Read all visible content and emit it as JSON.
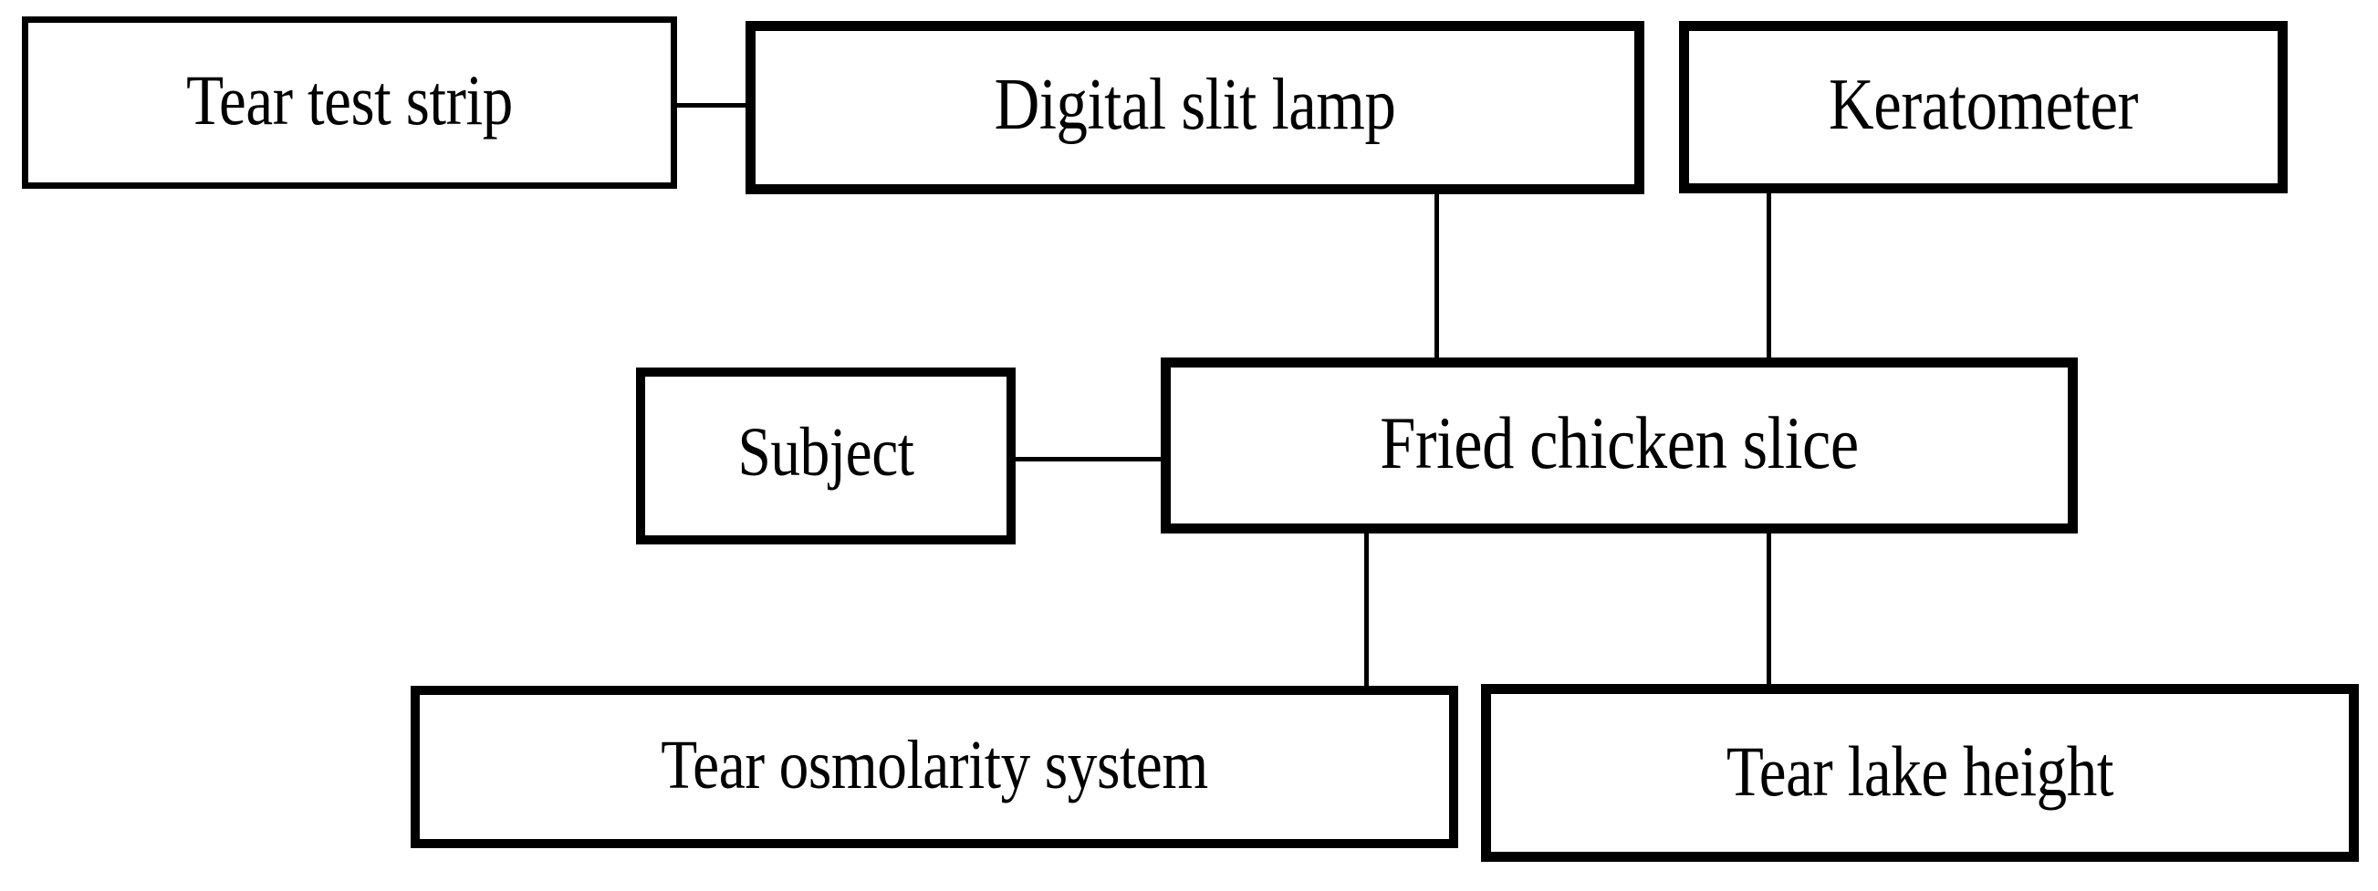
{
  "diagram": {
    "type": "flow-diagram",
    "background_color": "#ffffff",
    "line_color": "#000000",
    "text_color": "#000000",
    "nodes": [
      {
        "id": "tear-test-strip",
        "label": "Tear test strip"
      },
      {
        "id": "digital-slit-lamp",
        "label": "Digital slit lamp"
      },
      {
        "id": "keratometer",
        "label": "Keratometer"
      },
      {
        "id": "subject",
        "label": "Subject"
      },
      {
        "id": "fried-chicken-slice",
        "label": "Fried chicken slice"
      },
      {
        "id": "tear-osmolarity-system",
        "label": "Tear osmolarity system"
      },
      {
        "id": "tear-lake-height",
        "label": "Tear lake height"
      }
    ],
    "edges": [
      {
        "id": "strip-to-lamp",
        "from": "tear-test-strip",
        "to": "digital-slit-lamp",
        "orientation": "horizontal"
      },
      {
        "id": "subject-to-chicken",
        "from": "subject",
        "to": "fried-chicken-slice",
        "orientation": "horizontal"
      },
      {
        "id": "lamp-to-chicken",
        "from": "digital-slit-lamp",
        "to": "fried-chicken-slice",
        "orientation": "vertical"
      },
      {
        "id": "kerato-to-chicken",
        "from": "keratometer",
        "to": "fried-chicken-slice",
        "orientation": "vertical"
      },
      {
        "id": "chicken-to-osmo",
        "from": "fried-chicken-slice",
        "to": "tear-osmolarity-system",
        "orientation": "vertical"
      },
      {
        "id": "chicken-to-lake",
        "from": "fried-chicken-slice",
        "to": "tear-lake-height",
        "orientation": "vertical"
      }
    ]
  }
}
